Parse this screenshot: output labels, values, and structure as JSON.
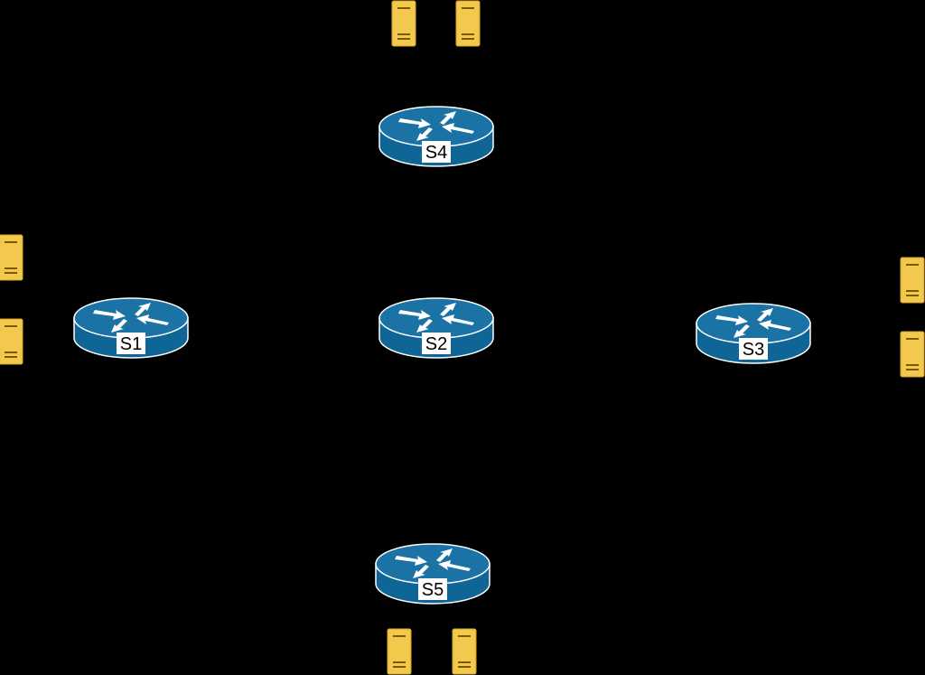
{
  "diagram": {
    "background_color": "#000000",
    "router_body_color": "#0e6596",
    "router_top_color": "#1a72a5",
    "router_outline_color": "#ffffff",
    "router_arrow_color": "#ffffff",
    "label_background_color": "#ffffff",
    "server_color": "#f2c94c",
    "server_stripe_color": "#7a5a00",
    "routers": [
      {
        "id": "s4",
        "label": "S4"
      },
      {
        "id": "s1",
        "label": "S1"
      },
      {
        "id": "s2",
        "label": "S2"
      },
      {
        "id": "s3",
        "label": "S3"
      },
      {
        "id": "s5",
        "label": "S5"
      }
    ],
    "servers": [
      {
        "id": "top-left",
        "icon": "server-icon"
      },
      {
        "id": "top-right",
        "icon": "server-icon"
      },
      {
        "id": "left-upper",
        "icon": "server-icon"
      },
      {
        "id": "left-lower",
        "icon": "server-icon"
      },
      {
        "id": "right-upper",
        "icon": "server-icon"
      },
      {
        "id": "right-lower",
        "icon": "server-icon"
      },
      {
        "id": "bottom-left",
        "icon": "server-icon"
      },
      {
        "id": "bottom-right",
        "icon": "server-icon"
      }
    ]
  }
}
